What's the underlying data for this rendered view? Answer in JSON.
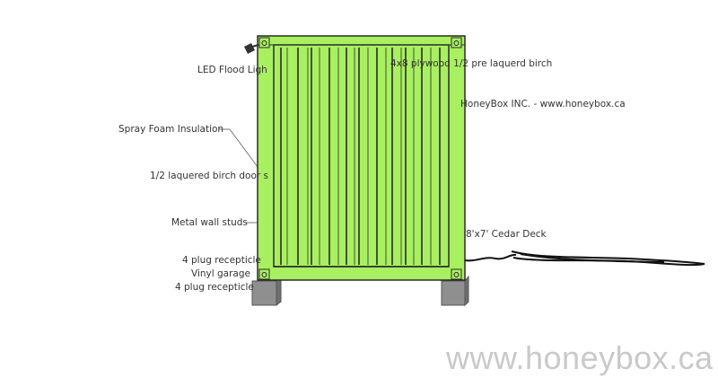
{
  "labels": {
    "led_flood_light": "LED Flood Ligh",
    "plywood": "4x8 plywood 1/2 pre laquerd birch",
    "company": "HoneyBox INC. - www.honeybox.ca",
    "spray_foam": "Spray Foam Insulation",
    "birch_door": "1/2 laquered birch door s",
    "metal_studs": "Metal wall studs",
    "cedar_deck": "8'x7' Cedar Deck",
    "plug_1": "4 plug recepticle",
    "vinyl_garage": "Vinyl garage",
    "plug_2": "4 plug recepticle"
  },
  "watermark": "www.honeybox.ca",
  "colors": {
    "container": "#a8f060",
    "outline": "#2a2a2a",
    "block": "#8a8a8a",
    "label": "#333333",
    "watermark": "#c9c9c9"
  }
}
